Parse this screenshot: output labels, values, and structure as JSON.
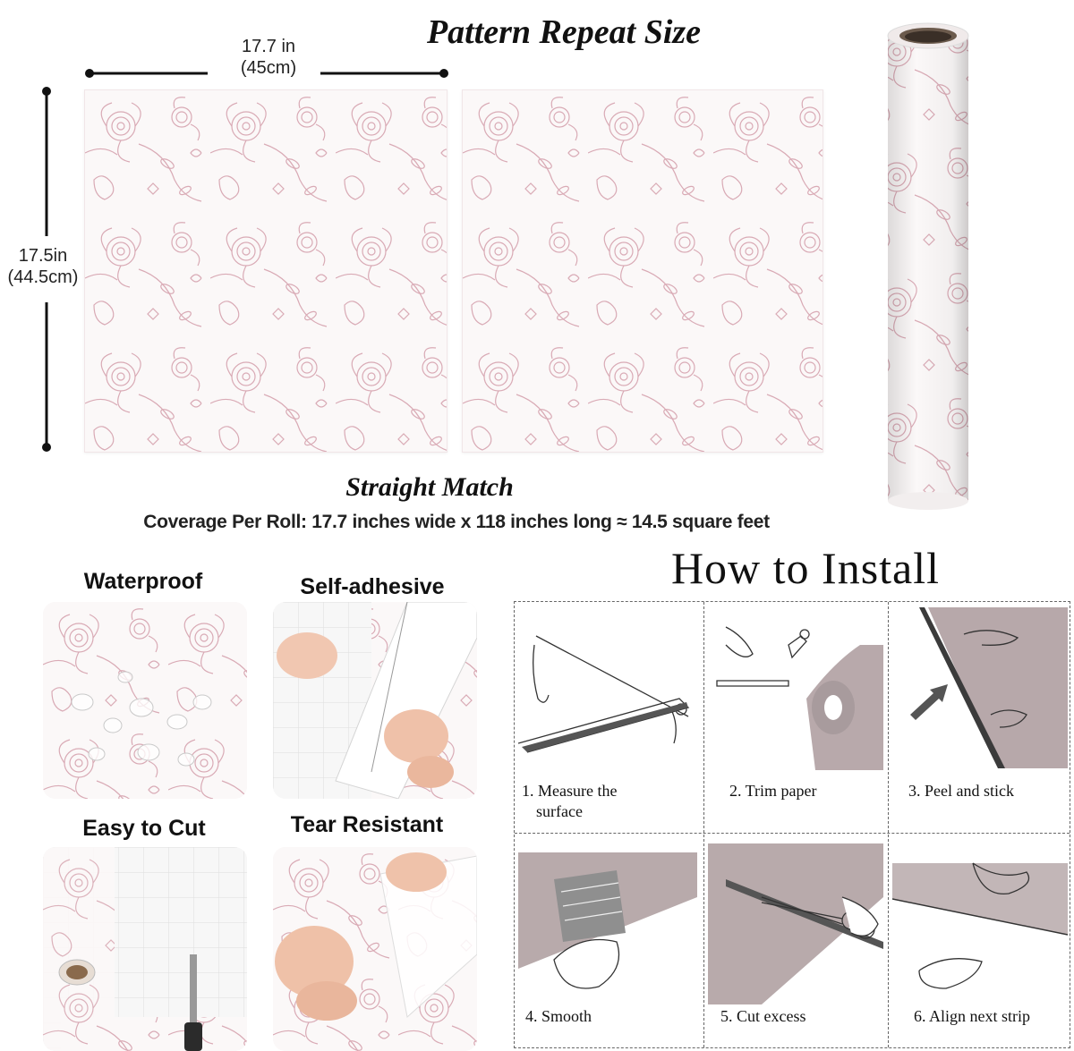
{
  "header": {
    "title": "Pattern Repeat Size"
  },
  "dimensions": {
    "width_in": "17.7 in",
    "width_cm": "(45cm)",
    "height_in": "17.5in",
    "height_cm": "(44.5cm)"
  },
  "match": {
    "label": "Straight Match",
    "coverage": "Coverage Per Roll: 17.7 inches wide x 118 inches long ≈ 14.5 square feet"
  },
  "features": [
    {
      "label": "Waterproof"
    },
    {
      "label": "Self-adhesive"
    },
    {
      "label": "Easy to Cut"
    },
    {
      "label": "Tear Resistant"
    }
  ],
  "install": {
    "title": "How to Install",
    "steps": [
      {
        "line1": "1. Measure the",
        "line2": "surface"
      },
      {
        "line1": "2. Trim paper",
        "line2": ""
      },
      {
        "line1": "3. Peel and stick",
        "line2": ""
      },
      {
        "line1": "4. Smooth",
        "line2": ""
      },
      {
        "line1": "5. Cut excess",
        "line2": ""
      },
      {
        "line1": "6. Align next strip",
        "line2": ""
      }
    ]
  },
  "colors": {
    "floral": "#d9aab5",
    "background": "#fbf8f8",
    "line": "#111111"
  }
}
